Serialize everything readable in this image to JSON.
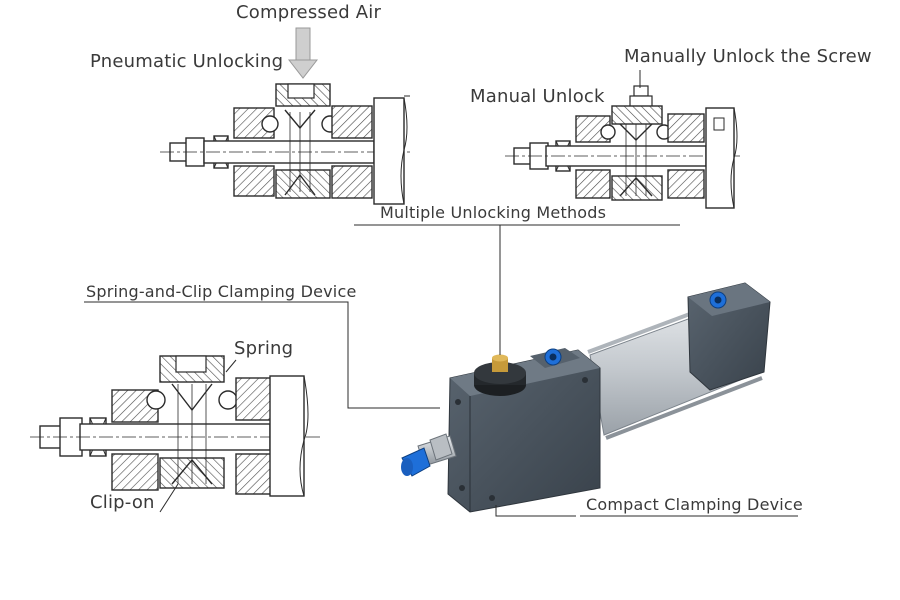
{
  "labels": {
    "compressed_air": "Compressed Air",
    "pneumatic_unlocking": "Pneumatic Unlocking",
    "manual_unlock_screw": "Manually Unlock the Screw",
    "manual_unlock": "Manual Unlock",
    "multiple_unlocking": "Multiple Unlocking Methods",
    "spring_clip_device": "Spring-and-Clip Clamping Device",
    "spring": "Spring",
    "clip_on": "Clip-on",
    "compact_device": "Compact Clamping Device"
  },
  "colors": {
    "line": "#2b2b2b",
    "hatch": "#555555",
    "cylinder_body": "#4a5560",
    "cylinder_tube": "#c9ced3",
    "port_blue": "#1e6fd9",
    "arrow_gray": "#c8c8c8"
  }
}
